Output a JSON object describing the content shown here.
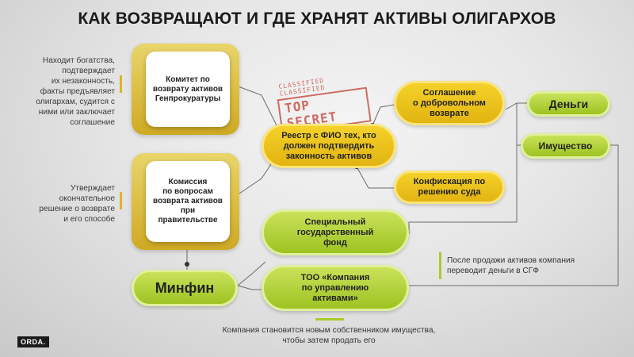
{
  "title": "КАК ВОЗВРАЩАЮТ И ГДЕ ХРАНЯТ АКТИВЫ ОЛИГАРХОВ",
  "left_notes": {
    "committee_note": [
      "Находит богатства,",
      "подтверждает",
      "их незаконность,",
      "факты предъявляет",
      "олигархам, судится с",
      "ними или заключает",
      "соглашение"
    ],
    "commission_note": [
      "Утверждает",
      "окончательное",
      "решение о возврате",
      "и его способе"
    ]
  },
  "cards": {
    "committee": [
      "Комитет по",
      "возврату активов",
      "Генпрокуратуры"
    ],
    "commission": [
      "Комиссия",
      "по вопросам",
      "возврата активов",
      "при",
      "правительстве"
    ]
  },
  "stamp": {
    "main": "TOP SECRET",
    "small": "CLASSIFIED  CLASSIFIED"
  },
  "pills": {
    "registry": [
      "Реестр с ФИО тех, кто",
      "должен подтвердить",
      "законность активов"
    ],
    "agreement": [
      "Соглашение",
      "о добровольном",
      "возврате"
    ],
    "confiscation": [
      "Конфискация по",
      "решению суда"
    ],
    "money": "Деньги",
    "property": "Имущество",
    "special_fund": [
      "Специальный",
      "государственный",
      "фонд"
    ],
    "minfin": "Минфин",
    "too_company": [
      "ТОО «Компания",
      "по управлению",
      "активами»"
    ]
  },
  "notes": {
    "sgf_note": [
      "После продажи активов компания",
      "переводит деньги в СГФ"
    ],
    "company_note": [
      "Компания становится новым собственником имущества,",
      "чтобы затем продать его"
    ]
  },
  "logo": "ORDA.",
  "colors": {
    "gold": "#d8b52c",
    "yellow": "#f0c51e",
    "green": "#aacd2f",
    "connector": "#6b6b6b",
    "stamp": "#c0392b"
  }
}
